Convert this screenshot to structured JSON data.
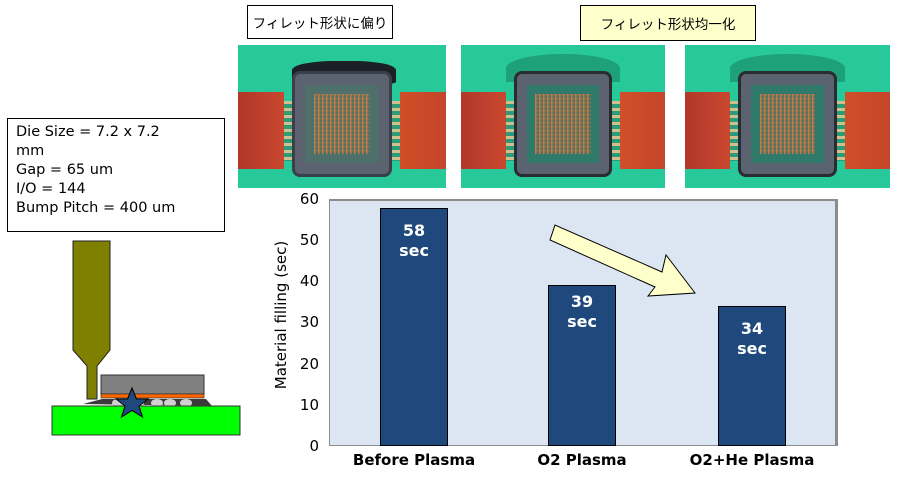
{
  "spec": {
    "lines": [
      "Die Size = 7.2 x 7.2",
      "mm",
      "Gap = 65 um",
      "I/O =  144",
      "Bump Pitch =  400 um"
    ]
  },
  "photo_labels": {
    "biased": "フィレット形状に偏り",
    "uniform": "フィレット形状均一化"
  },
  "photos": [
    {
      "caption_ref": "biased",
      "description": "flip-chip die with uneven fillet (before plasma)"
    },
    {
      "caption_ref": "uniform",
      "description": "flip-chip die with uniform fillet (O2 plasma)"
    },
    {
      "caption_ref": "uniform",
      "description": "flip-chip die with uniform fillet (O2+He plasma)"
    }
  ],
  "diagram": {
    "needle_color": "#808000",
    "board_color": "#00ff00",
    "chip_color": "#808080",
    "underfill_band_color": "#ff6600",
    "star_color": "#1f497d"
  },
  "chart_data": {
    "type": "bar",
    "title": "",
    "categories": [
      "Before Plasma",
      "O2 Plasma",
      "O2+He Plasma"
    ],
    "values": [
      58,
      39,
      34
    ],
    "data_labels": [
      {
        "value": "58",
        "unit": "sec"
      },
      {
        "value": "39",
        "unit": "sec"
      },
      {
        "value": "34",
        "unit": "sec"
      }
    ],
    "xlabel": "",
    "ylabel": "Material filling  (sec)",
    "ylim": [
      0,
      60
    ],
    "yticks": [
      "0",
      "10",
      "20",
      "30",
      "40",
      "50",
      "60"
    ],
    "grid": false,
    "legend": null,
    "bar_color": "#1f497d",
    "plot_background": "#dce6f2",
    "annotation": "downward trend arrow from Before Plasma toward O2+He Plasma"
  }
}
